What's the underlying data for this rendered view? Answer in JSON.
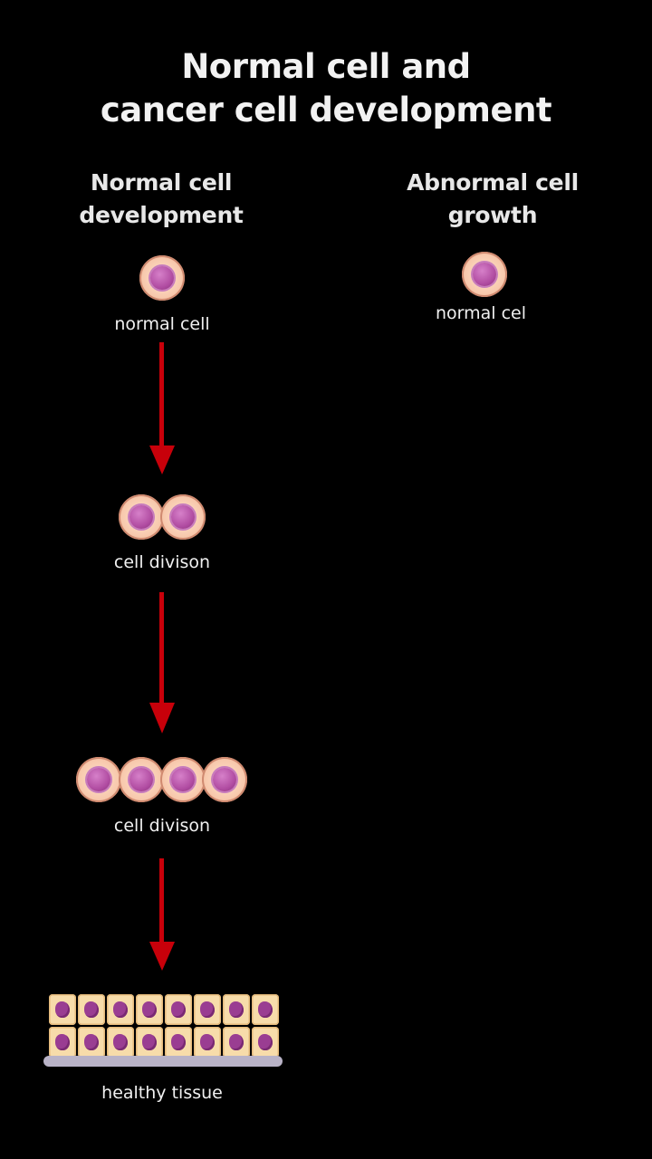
{
  "title": {
    "line1": "Normal cell and",
    "line2": "cancer cell development"
  },
  "columns": {
    "left": {
      "line1": "Normal cell",
      "line2": "development"
    },
    "right": {
      "line1": "Abnormal cell",
      "line2": "growth"
    }
  },
  "left_steps": [
    {
      "label": "normal cell",
      "cell_count": 1
    },
    {
      "label": "cell divison",
      "cell_count": 2
    },
    {
      "label": "cell divison",
      "cell_count": 4
    },
    {
      "label": "healthy tissue"
    }
  ],
  "right_steps": [
    {
      "label": "normal cel",
      "cell_count": 1
    }
  ],
  "colors": {
    "background": "#000000",
    "arrow": "#c8000a",
    "cell_body": "#f8c9ad",
    "nucleus": "#b24ea3",
    "tissue_cell": "#f7dcaa",
    "membrane": "#b9b3c7"
  }
}
